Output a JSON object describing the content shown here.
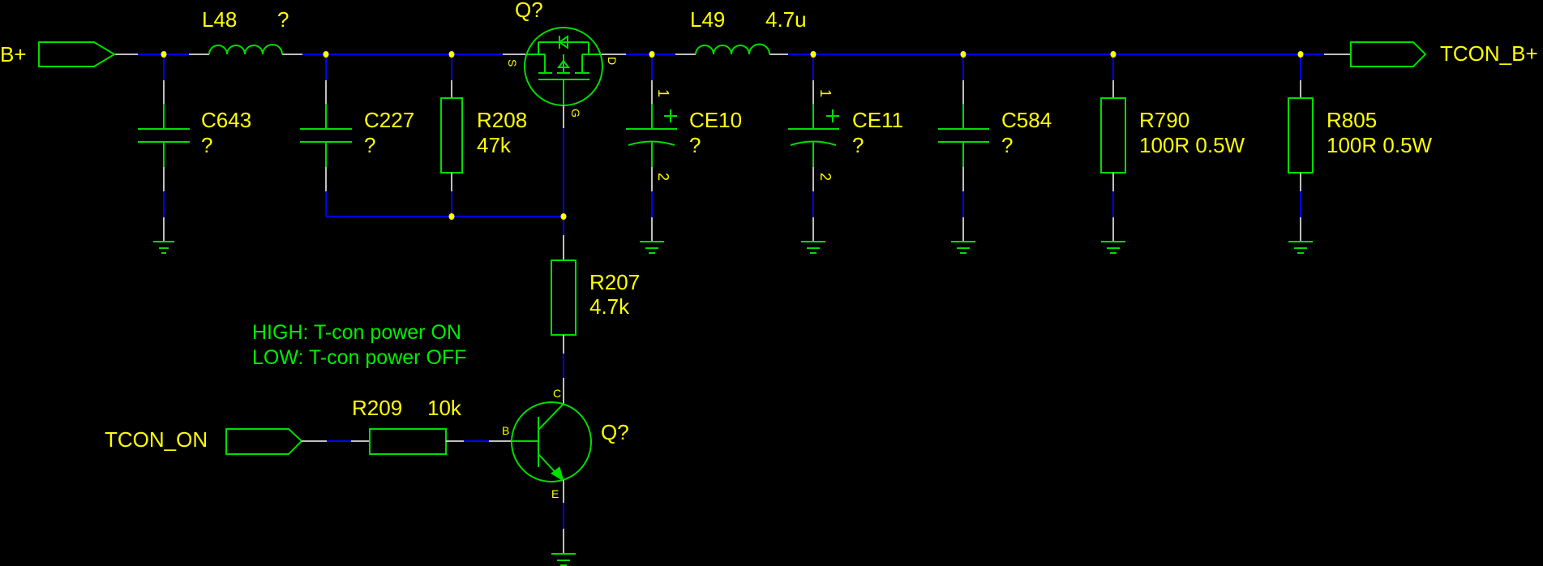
{
  "colors": {
    "wire": "#0000ff",
    "component": "#00dd00",
    "label": "#ffff00",
    "note": "#00ee00",
    "background": "#000000"
  },
  "ports": {
    "b_plus": "B+",
    "tcon_b_plus": "TCON_B+",
    "tcon_on": "TCON_ON"
  },
  "components": {
    "L48": {
      "ref": "L48",
      "value": "?"
    },
    "L49": {
      "ref": "L49",
      "value": "4.7u"
    },
    "C643": {
      "ref": "C643",
      "value": "?"
    },
    "C227": {
      "ref": "C227",
      "value": "?"
    },
    "R208": {
      "ref": "R208",
      "value": "47k"
    },
    "Q_mosfet": {
      "ref": "Q?",
      "pins": {
        "s": "S",
        "d": "D",
        "g": "G"
      }
    },
    "CE10": {
      "ref": "CE10",
      "value": "?",
      "pins": {
        "p1": "1",
        "p2": "2"
      }
    },
    "CE11": {
      "ref": "CE11",
      "value": "?",
      "pins": {
        "p1": "1",
        "p2": "2"
      }
    },
    "C584": {
      "ref": "C584",
      "value": "?"
    },
    "R790": {
      "ref": "R790",
      "value": "100R 0.5W"
    },
    "R805": {
      "ref": "R805",
      "value": "100R 0.5W"
    },
    "R207": {
      "ref": "R207",
      "value": "4.7k"
    },
    "R209": {
      "ref": "R209",
      "value": "10k"
    },
    "Q_npn": {
      "ref": "Q?",
      "pins": {
        "c": "C",
        "b": "B",
        "e": "E"
      }
    }
  },
  "notes": {
    "line1": "HIGH: T-con power ON",
    "line2": "LOW: T-con power OFF"
  }
}
